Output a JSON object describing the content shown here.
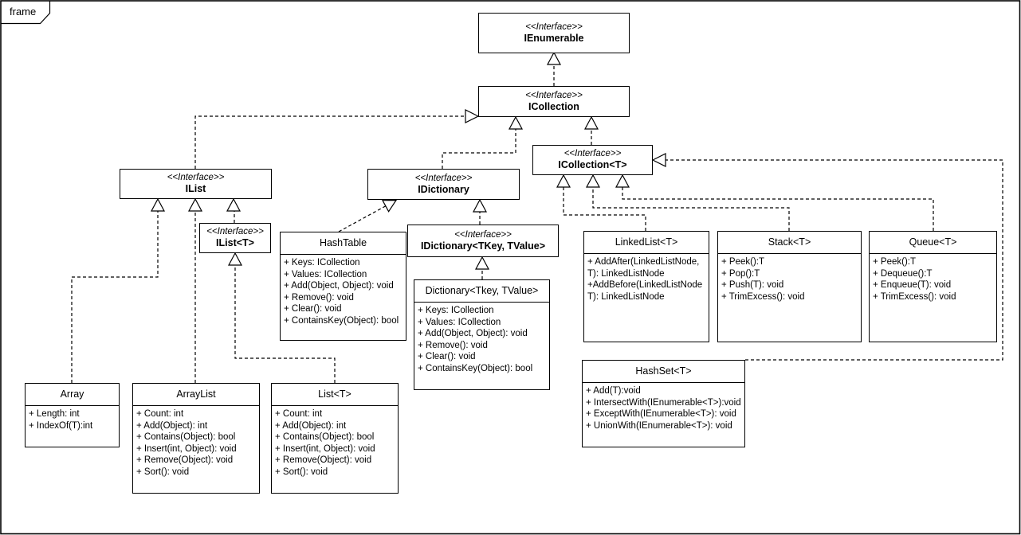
{
  "frame_label": "frame",
  "stereotype": "<<Interface>>",
  "nodes": {
    "ienumerable": {
      "name": "IEnumerable"
    },
    "icollection": {
      "name": "ICollection"
    },
    "ilist": {
      "name": "IList"
    },
    "idictionary": {
      "name": "IDictionary"
    },
    "icollection_t": {
      "name": "ICollection<T>"
    },
    "ilist_t": {
      "name": "IList<T>"
    },
    "idictionary_tkv": {
      "name": "IDictionary<TKey, TValue>"
    },
    "hashtable": {
      "name": "HashTable",
      "members": [
        "+ Keys: ICollection",
        "+ Values: ICollection",
        "+ Add(Object, Object): void",
        "+ Remove(): void",
        "+ Clear(): void",
        "+ ContainsKey(Object): bool"
      ]
    },
    "dictionary": {
      "name": "Dictionary<Tkey, TValue>",
      "members": [
        "+ Keys: ICollection",
        "+ Values: ICollection",
        "+ Add(Object, Object): void",
        "+ Remove(): void",
        "+ Clear(): void",
        "+ ContainsKey(Object): bool"
      ]
    },
    "linkedlist": {
      "name": "LinkedList<T>",
      "members": [
        "+ AddAfter(LinkedListNode, T): LinkedListNode",
        "+AddBefore(LinkedListNode T): LinkedListNode"
      ]
    },
    "stack": {
      "name": "Stack<T>",
      "members": [
        "+ Peek():T",
        "+ Pop():T",
        "+ Push(T): void",
        "+ TrimExcess(): void"
      ]
    },
    "queue": {
      "name": "Queue<T>",
      "members": [
        "+ Peek():T",
        "+ Dequeue():T",
        "+ Enqueue(T): void",
        "+ TrimExcess(): void"
      ]
    },
    "hashset": {
      "name": "HashSet<T>",
      "members": [
        "+ Add(T):void",
        "+ IntersectWith(IEnumerable<T>):void",
        "+ ExceptWith(IEnumerable<T>): void",
        "+ UnionWith(IEnumerable<T>): void"
      ]
    },
    "array": {
      "name": "Array",
      "members": [
        "+ Length: int",
        "+ IndexOf(T):int"
      ]
    },
    "arraylist": {
      "name": "ArrayList",
      "members": [
        "+ Count: int",
        "+ Add(Object): int",
        "+ Contains(Object): bool",
        "+ Insert(int, Object): void",
        "+ Remove(Object): void",
        "+ Sort(): void"
      ]
    },
    "list_t": {
      "name": "List<T>",
      "members": [
        "+ Count: int",
        "+ Add(Object): int",
        "+ Contains(Object): bool",
        "+ Insert(int, Object): void",
        "+ Remove(Object): void",
        "+ Sort(): void"
      ]
    }
  },
  "relations": [
    {
      "from": "ICollection",
      "to": "IEnumerable",
      "type": "realization"
    },
    {
      "from": "IList",
      "to": "ICollection",
      "type": "realization"
    },
    {
      "from": "IDictionary",
      "to": "ICollection",
      "type": "realization"
    },
    {
      "from": "ICollection<T>",
      "to": "ICollection",
      "type": "realization"
    },
    {
      "from": "IList<T>",
      "to": "IList",
      "type": "realization"
    },
    {
      "from": "Array",
      "to": "IList",
      "type": "realization"
    },
    {
      "from": "ArrayList",
      "to": "IList",
      "type": "realization"
    },
    {
      "from": "List<T>",
      "to": "IList<T>",
      "type": "realization"
    },
    {
      "from": "HashTable",
      "to": "IDictionary",
      "type": "realization"
    },
    {
      "from": "IDictionary<TKey, TValue>",
      "to": "IDictionary",
      "type": "realization"
    },
    {
      "from": "Dictionary<Tkey, TValue>",
      "to": "IDictionary<TKey, TValue>",
      "type": "realization"
    },
    {
      "from": "LinkedList<T>",
      "to": "ICollection<T>",
      "type": "realization"
    },
    {
      "from": "Stack<T>",
      "to": "ICollection<T>",
      "type": "realization"
    },
    {
      "from": "Queue<T>",
      "to": "ICollection<T>",
      "type": "realization"
    },
    {
      "from": "HashSet<T>",
      "to": "ICollection<T>",
      "type": "realization"
    }
  ]
}
